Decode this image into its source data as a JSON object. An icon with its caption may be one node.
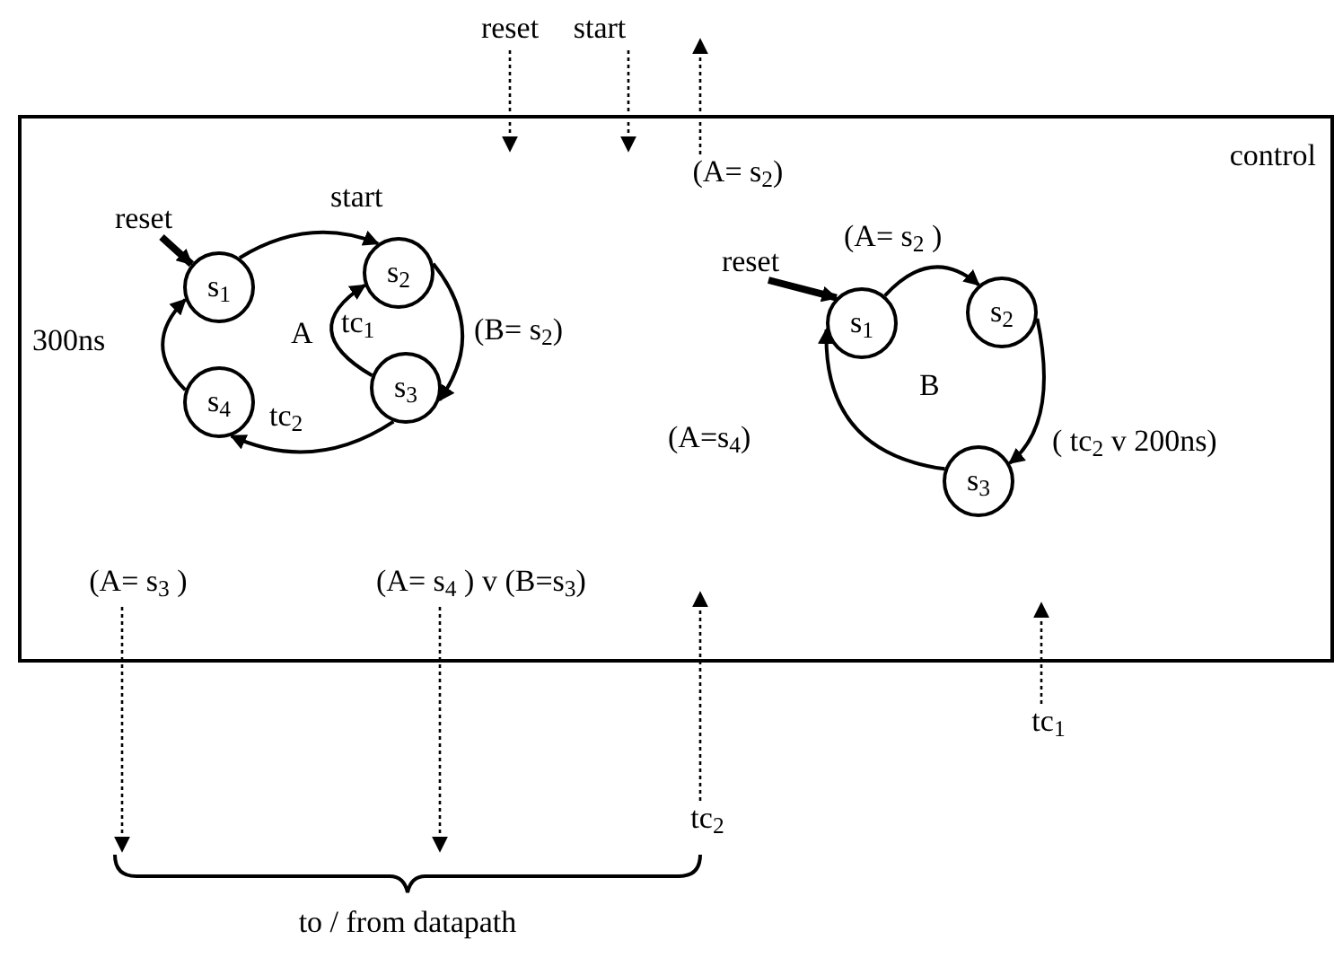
{
  "diagram": {
    "nodes": [
      {
        "text": [
          "control"
        ]
      },
      {
        "text": [
          "s$_{1}$"
        ],
        "in": 0
      },
      {
        "text": [
          "s$_{2}$"
        ],
        "in": 0
      },
      {
        "text": [
          "s$_{3}$"
        ],
        "in": 0
      },
      {
        "text": [
          "s$_{4}$"
        ],
        "in": 0
      },
      {
        "text": [
          "s$_{1}$"
        ],
        "in": 0
      },
      {
        "text": [
          "s$_{2}$"
        ],
        "in": 0
      },
      {
        "text": [
          "s$_{3}$"
        ],
        "in": 0
      },
      {
        "text": [
          "reset"
        ],
        "in": 0
      },
      {
        "text": [
          "reset"
        ],
        "in": 0
      },
      {
        "text": [
          "reset"
        ]
      },
      {
        "text": [
          "start"
        ]
      },
      {
        "text": [
          "(A= s$_{2}$)"
        ],
        "in": 0
      },
      {
        "text": [
          "(A= s$_{3}$ )"
        ],
        "in": 0
      },
      {
        "text": [
          "(A= s$_{4}$ ) v (B=s$_{3}$)"
        ],
        "in": 0
      },
      {
        "text": [
          "tc$_{2}$"
        ]
      },
      {
        "text": [
          "tc$_{1}$"
        ]
      },
      {
        "text": [
          "to / from datapath"
        ]
      }
    ],
    "edges": [
      {
        "from": 8,
        "to": 1,
        "arrow": "to",
        "style": "thick"
      },
      {
        "from": 1,
        "to": 2,
        "arrow": "to",
        "label": "start"
      },
      {
        "from": 2,
        "to": 3,
        "arrow": "to",
        "label": "(B= s$_{2}$)"
      },
      {
        "from": 3,
        "to": 2,
        "arrow": "to",
        "label": "tc$_{1}$"
      },
      {
        "from": 3,
        "to": 4,
        "arrow": "to",
        "label": "tc$_{2}$"
      },
      {
        "from": 4,
        "to": 1,
        "arrow": "to",
        "label": "300ns"
      },
      {
        "from": 9,
        "to": 5,
        "arrow": "to",
        "style": "thick"
      },
      {
        "from": 5,
        "to": 6,
        "arrow": "to",
        "label": "(A= s$_{2}$ )"
      },
      {
        "from": 6,
        "to": 7,
        "arrow": "to",
        "label": "( tc$_{2}$ v 200ns)"
      },
      {
        "from": 7,
        "to": 5,
        "arrow": "to",
        "label": "(A=s$_{4}$)"
      },
      {
        "from": 10,
        "to": 0,
        "arrow": "to",
        "style": "dashed"
      },
      {
        "from": 11,
        "to": 0,
        "arrow": "to",
        "style": "dashed"
      },
      {
        "from": 12,
        "to": null,
        "arrow": "to",
        "style": "dashed"
      },
      {
        "from": 13,
        "to": 17,
        "arrow": "to",
        "style": "dashed"
      },
      {
        "from": 14,
        "to": 17,
        "arrow": "to",
        "style": "dashed"
      },
      {
        "from": 15,
        "to": null,
        "arrow": "to",
        "style": "dashed"
      },
      {
        "from": 16,
        "to": null,
        "arrow": "to",
        "style": "dashed"
      }
    ],
    "labels": [
      "A",
      "B"
    ]
  }
}
